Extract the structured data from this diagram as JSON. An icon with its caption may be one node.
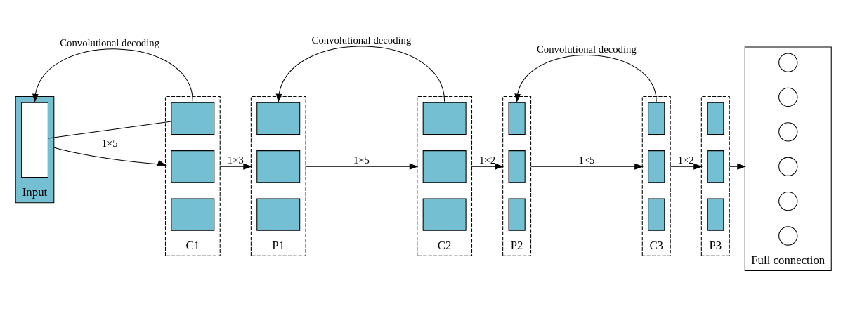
{
  "diagram": {
    "nodes": [
      {
        "text": [
          "Input"
        ]
      },
      {
        "text": [],
        "shape": "box",
        "in": 0
      },
      {
        "text": [
          "C1"
        ]
      },
      {
        "text": [],
        "shape": "box",
        "in": 2
      },
      {
        "text": [],
        "shape": "box",
        "in": 2
      },
      {
        "text": [],
        "shape": "box",
        "in": 2
      },
      {
        "text": [
          "P1"
        ]
      },
      {
        "text": [],
        "shape": "box",
        "in": 6
      },
      {
        "text": [],
        "shape": "box",
        "in": 6
      },
      {
        "text": [],
        "shape": "box",
        "in": 6
      },
      {
        "text": [
          "C2"
        ]
      },
      {
        "text": [],
        "shape": "box",
        "in": 10
      },
      {
        "text": [],
        "shape": "box",
        "in": 10
      },
      {
        "text": [],
        "shape": "box",
        "in": 10
      },
      {
        "text": [
          "P2"
        ]
      },
      {
        "text": [],
        "shape": "box",
        "in": 14
      },
      {
        "text": [],
        "shape": "box",
        "in": 14
      },
      {
        "text": [],
        "shape": "box",
        "in": 14
      },
      {
        "text": [
          "C3"
        ]
      },
      {
        "text": [],
        "shape": "box",
        "in": 18
      },
      {
        "text": [],
        "shape": "box",
        "in": 18
      },
      {
        "text": [],
        "shape": "box",
        "in": 18
      },
      {
        "text": [
          "P3"
        ]
      },
      {
        "text": [],
        "shape": "box",
        "in": 22
      },
      {
        "text": [],
        "shape": "box",
        "in": 22
      },
      {
        "text": [],
        "shape": "box",
        "in": 22
      },
      {
        "text": [
          "Full connection"
        ]
      },
      {
        "text": [],
        "shape": "circle",
        "in": 26
      },
      {
        "text": [],
        "shape": "circle",
        "in": 26
      },
      {
        "text": [],
        "shape": "circle",
        "in": 26
      },
      {
        "text": [],
        "shape": "circle",
        "in": 26
      },
      {
        "text": [],
        "shape": "circle",
        "in": 26
      },
      {
        "text": [],
        "shape": "circle",
        "in": 26
      }
    ],
    "edges": [
      {
        "from": 1,
        "to": 3,
        "arrow": "none"
      },
      {
        "from": 2,
        "to": 0,
        "arrow": "to",
        "label": "Convolutional decoding"
      },
      {
        "from": 10,
        "to": 6,
        "arrow": "to",
        "label": "Convolutional decoding"
      },
      {
        "from": 18,
        "to": 14,
        "arrow": "to",
        "label": "Convolutional decoding"
      },
      {
        "from": 0,
        "to": 2,
        "arrow": "to",
        "label": "1×5"
      },
      {
        "from": 2,
        "to": 6,
        "arrow": "to",
        "label": "1×3"
      },
      {
        "from": 6,
        "to": 10,
        "arrow": "to",
        "label": "1×5"
      },
      {
        "from": 10,
        "to": 14,
        "arrow": "to",
        "label": "1×2"
      },
      {
        "from": 14,
        "to": 18,
        "arrow": "to",
        "label": "1×5"
      },
      {
        "from": 18,
        "to": 22,
        "arrow": "to",
        "label": "1×2"
      },
      {
        "from": 22,
        "to": 26,
        "arrow": "to"
      }
    ]
  }
}
